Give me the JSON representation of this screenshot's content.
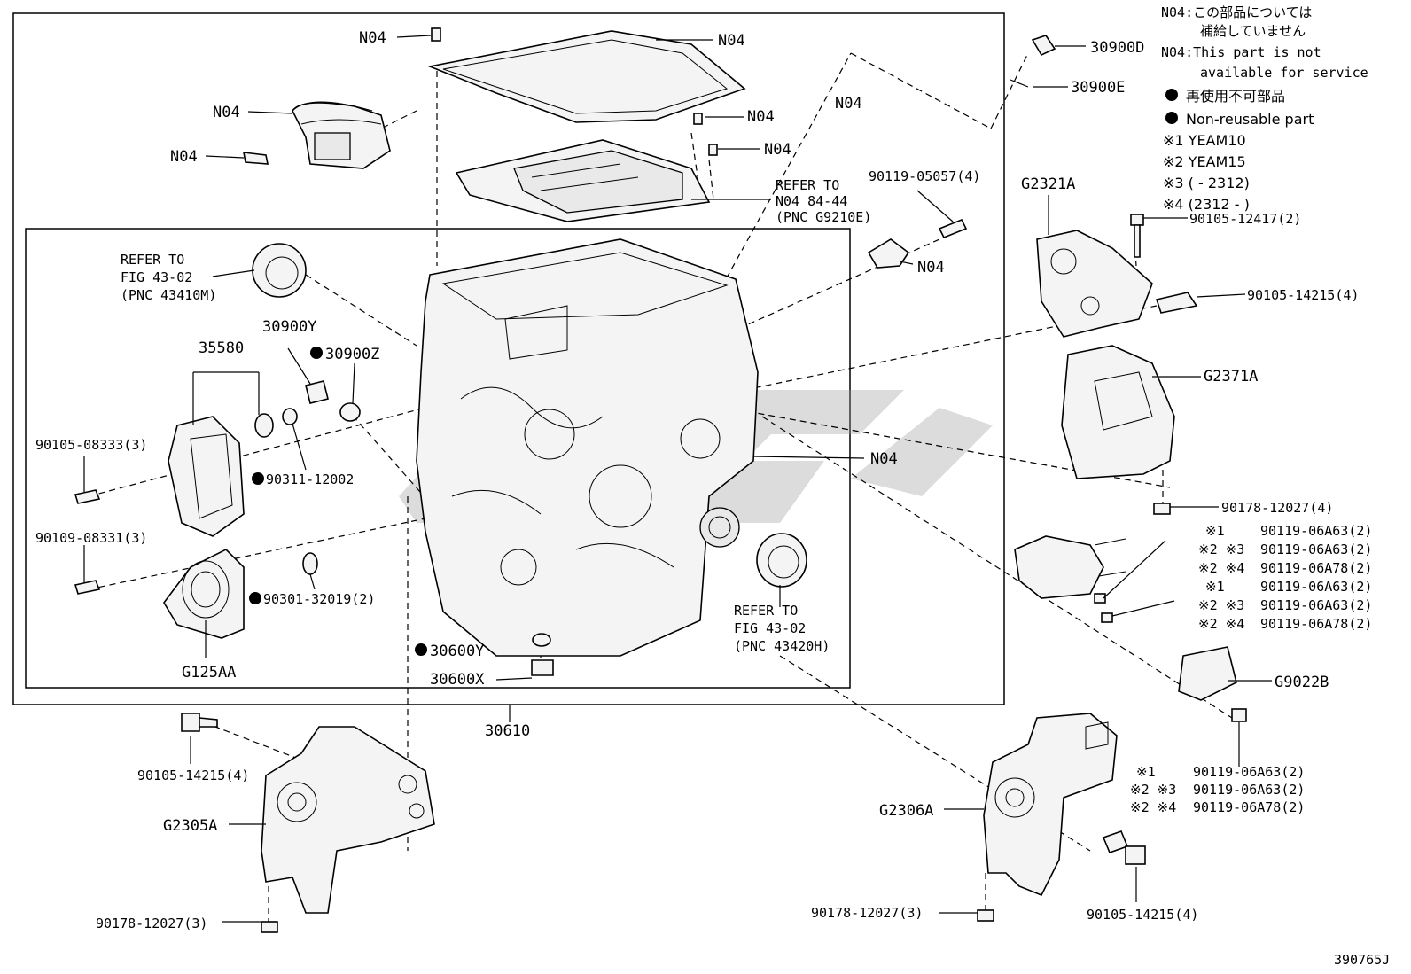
{
  "callouts": [
    {
      "id": "n04_bolt_top",
      "text": "N04"
    },
    {
      "id": "n04_pan",
      "text": "N04"
    },
    {
      "id": "n04_harness",
      "text": "N04"
    },
    {
      "id": "n04_harness_bolt",
      "text": "N04"
    },
    {
      "id": "n04_screw1",
      "text": "N04"
    },
    {
      "id": "n04_screw2",
      "text": "N04"
    },
    {
      "id": "n04_dash",
      "text": "N04"
    },
    {
      "id": "n04_sensor",
      "text": "N04"
    },
    {
      "id": "n04_case",
      "text": "N04"
    },
    {
      "id": "p30900D",
      "text": "30900D"
    },
    {
      "id": "p30900E",
      "text": "30900E"
    },
    {
      "id": "p9011905057",
      "text": "90119-05057(4)"
    },
    {
      "id": "p30900Y",
      "text": "30900Y"
    },
    {
      "id": "p30900Z",
      "text": "30900Z",
      "non_reusable": true
    },
    {
      "id": "p35580",
      "text": "35580"
    },
    {
      "id": "p9010508333",
      "text": "90105-08333(3)"
    },
    {
      "id": "p9031112002",
      "text": "90311-12002",
      "non_reusable": true
    },
    {
      "id": "p9010908331",
      "text": "90109-08331(3)"
    },
    {
      "id": "p9030132019",
      "text": "90301-32019(2)",
      "non_reusable": true
    },
    {
      "id": "pG125AA",
      "text": "G125AA"
    },
    {
      "id": "p30600Y",
      "text": "30600Y",
      "non_reusable": true
    },
    {
      "id": "p30600X",
      "text": "30600X"
    },
    {
      "id": "p30610",
      "text": "30610"
    },
    {
      "id": "pG2321A",
      "text": "G2321A"
    },
    {
      "id": "p9010512417",
      "text": "90105-12417(2)"
    },
    {
      "id": "p9010514215a",
      "text": "90105-14215(4)"
    },
    {
      "id": "pG2371A",
      "text": "G2371A"
    },
    {
      "id": "p9017812027a",
      "text": "90178-12027(4)"
    },
    {
      "id": "pG9022B",
      "text": "G9022B"
    },
    {
      "id": "p9010514215b",
      "text": "90105-14215(4)"
    },
    {
      "id": "pG2305A",
      "text": "G2305A"
    },
    {
      "id": "p9017812027b",
      "text": "90178-12027(3)"
    },
    {
      "id": "pG2306A",
      "text": "G2306A"
    },
    {
      "id": "p9017812027c",
      "text": "90178-12027(3)"
    },
    {
      "id": "p9010514215c",
      "text": "90105-14215(4)"
    }
  ],
  "refer_blocks": {
    "top": [
      "REFER TO",
      "N04 84-44",
      "(PNC G9210E)"
    ],
    "left": [
      "REFER TO",
      "FIG 43-02",
      "(PNC 43410M)"
    ],
    "bottom": [
      "REFER TO",
      "FIG 43-02",
      "(PNC 43420H)"
    ]
  },
  "variant_tables": {
    "right": [
      {
        "mark": "※1",
        "code": "90119-06A63(2)"
      },
      {
        "mark": "※2 ※3",
        "code": "90119-06A63(2)"
      },
      {
        "mark": "※2 ※4",
        "code": "90119-06A78(2)"
      },
      {
        "mark": "※1",
        "code": "90119-06A63(2)"
      },
      {
        "mark": "※2 ※3",
        "code": "90119-06A63(2)"
      },
      {
        "mark": "※2 ※4",
        "code": "90119-06A78(2)"
      }
    ],
    "lower": [
      {
        "mark": "※1",
        "code": "90119-06A63(2)"
      },
      {
        "mark": "※2 ※3",
        "code": "90119-06A63(2)"
      },
      {
        "mark": "※2 ※4",
        "code": "90119-06A78(2)"
      }
    ]
  },
  "legend": {
    "n04_jp_1": "N04:この部品については",
    "n04_jp_2": "補給していません",
    "n04_en_1": "N04:This part is not",
    "n04_en_2": "available for service",
    "nonreuse_jp": "再使用不可部品",
    "nonreuse_en": "Non-reusable part",
    "notes": [
      "※1 YEAM10",
      "※2 YEAM15",
      "※3 (      - 2312)",
      "※4 (2312 -      )"
    ]
  },
  "diagram_code": "390765J",
  "colors": {
    "line": "#000000",
    "background": "#ffffff",
    "watermark": "#9a9a9a"
  }
}
